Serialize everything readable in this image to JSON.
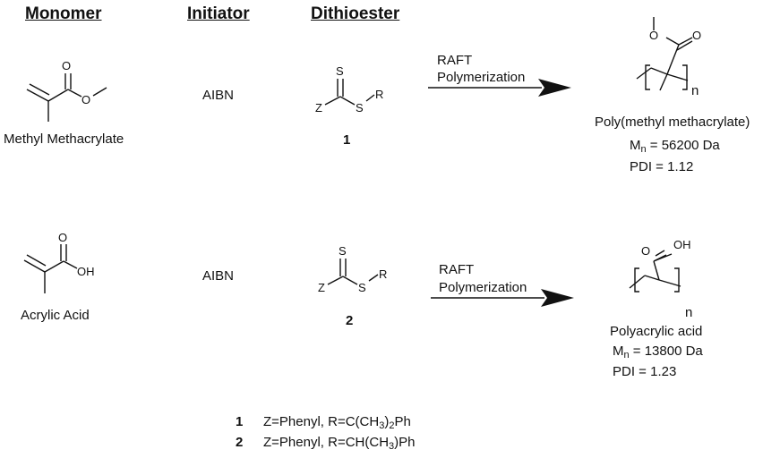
{
  "headers": {
    "monomer": "Monomer",
    "initiator": "Initiator",
    "dithioester": "Dithioester"
  },
  "row1": {
    "monomer_name": "Methyl Methacrylate",
    "initiator": "AIBN",
    "dithioester_number": "1",
    "arrow_label_line1": "RAFT",
    "arrow_label_line2": "Polymerization",
    "polymer_name": "Poly(methyl methacrylate)",
    "mn_prefix": "M",
    "mn_sub": "n",
    "mn_value": " = 56200 Da",
    "pdi": "PDI = 1.12"
  },
  "row2": {
    "monomer_name": "Acrylic Acid",
    "initiator": "AIBN",
    "dithioester_number": "2",
    "arrow_label_line1": "RAFT",
    "arrow_label_line2": "Polymerization",
    "polymer_name": "Polyacrylic acid",
    "mn_prefix": "M",
    "mn_sub": "n",
    "mn_value": " = 13800 Da",
    "pdi": "PDI = 1.23"
  },
  "atoms": {
    "O": "O",
    "OH": "OH",
    "S": "S",
    "Z": "Z",
    "R": "R",
    "n": "n"
  },
  "footnotes": [
    {
      "num": "1",
      "pre": "Z=Phenyl, R=C(CH",
      "sub1": "3",
      "post": ")",
      "sub2": "2",
      "tail": "Ph"
    },
    {
      "num": "2",
      "pre": "Z=Phenyl, R=CH(CH",
      "sub1": "3",
      "post": ")",
      "sub2": "",
      "tail": "Ph"
    }
  ]
}
